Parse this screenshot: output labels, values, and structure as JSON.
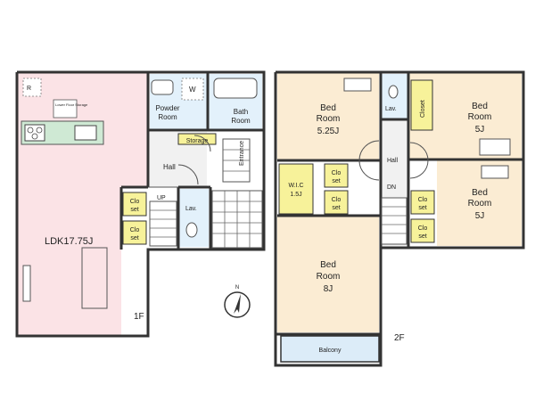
{
  "floor1": {
    "label": "1F",
    "ldk": "LDK17.75J",
    "tiny_label": "Lower Floor Storage",
    "powder_room": [
      "Powder",
      "Room"
    ],
    "bath_room": [
      "Bath",
      "Room"
    ],
    "w_mark": "W",
    "storage": "Storage",
    "hall": "Hall",
    "entrance": "Entrance",
    "up": "UP",
    "lav": "Lav.",
    "clo": [
      "Clo",
      "set"
    ]
  },
  "floor2": {
    "label": "2F",
    "bed_top": [
      "Bed",
      "Room",
      "5.25J"
    ],
    "bed_right_top": [
      "Bed",
      "Room",
      "5J"
    ],
    "bed_right_bottom": [
      "Bed",
      "Room",
      "5J"
    ],
    "bed_main": [
      "Bed",
      "Room",
      "8J"
    ],
    "wic": [
      "W.I.C",
      "1.5J"
    ],
    "closet": "Closet",
    "lav": "Lav.",
    "hall": "Hall",
    "dn": "DN",
    "clo": [
      "Clo",
      "set"
    ],
    "balcony": "Balcony"
  },
  "compass": {
    "north": "N"
  },
  "colors": {
    "ldk_fill": "#fbe3e6",
    "wet_fill": "#e3f1fb",
    "bed_fill": "#fbecd3",
    "yellow_fill": "#f7f29a",
    "balcony_fill": "#dcecf8",
    "hall_fill": "#f1f1f1"
  }
}
